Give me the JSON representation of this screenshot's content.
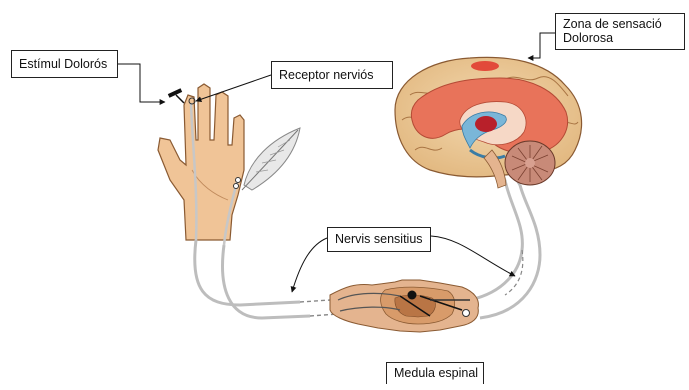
{
  "labels": {
    "stimulus": "Estímul Dolorós",
    "receptor": "Receptor nerviós",
    "sensation_zone": "Zona de sensació Dolorosa",
    "sensory_nerves": "Nervis sensitius",
    "spinal_cord": "Medula espinal"
  }
}
